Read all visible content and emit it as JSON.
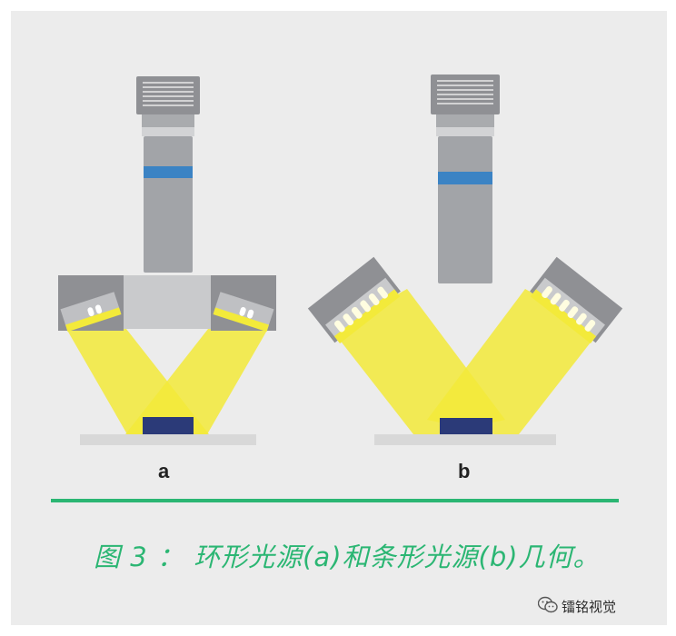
{
  "figure": {
    "label_a": "a",
    "label_b": "b",
    "caption": "图 3 ： 环形光源(a)和条形光源(b)几何。",
    "watermark": "镭铭视觉"
  },
  "colors": {
    "background": "#ececec",
    "housing": "#8f9094",
    "camera_body": "#9fa1a5",
    "camera_band": "#3b83c4",
    "light_beam": "#f3ea3a",
    "target": "#2b3a78",
    "stage": "#d8d8d8",
    "caption": "#2bb673",
    "rule": "#2bb673"
  },
  "icons": {
    "watermark_icon": "wechat-icon"
  }
}
